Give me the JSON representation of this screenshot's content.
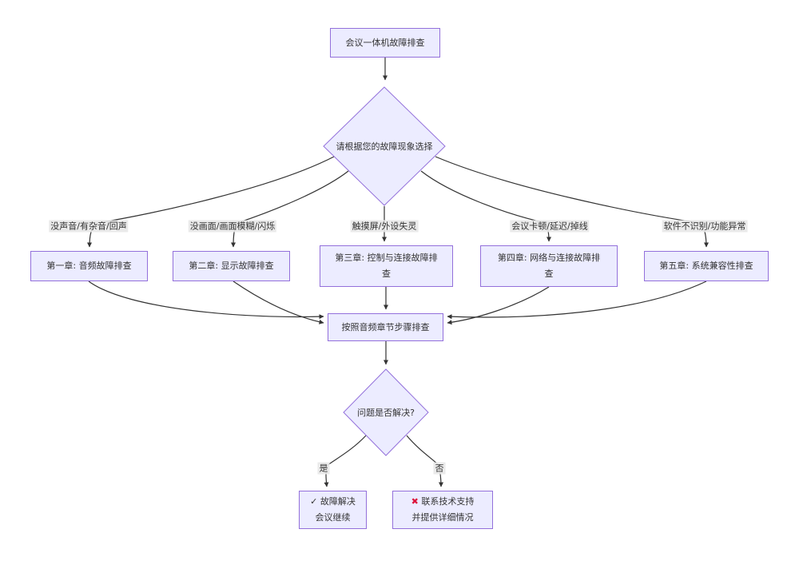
{
  "diagram": {
    "start": "会议一体机故障排查",
    "decision1": "请根据您的故障现象选择",
    "branches": [
      {
        "condition": "没声音/有杂音/回声",
        "chapter": [
          "第一章: 音频故障排查"
        ]
      },
      {
        "condition": "没画面/画面模糊/闪烁",
        "chapter": [
          "第二章: 显示故障排查"
        ]
      },
      {
        "condition": "触摸屏/外设失灵",
        "chapter": [
          "第三章: 控制与连接故障排",
          "查"
        ]
      },
      {
        "condition": "会议卡顿/延迟/掉线",
        "chapter": [
          "第四章: 网络与连接故障排",
          "查"
        ]
      },
      {
        "condition": "软件不识别/功能异常",
        "chapter": [
          "第五章: 系统兼容性排查"
        ]
      }
    ],
    "converge": "按照音频章节步骤排查",
    "decision2": "问题是否解决?",
    "yes_label": "是",
    "no_label": "否",
    "result_yes": {
      "icon": "✓",
      "line1": "故障解决",
      "line2": "会议继续"
    },
    "result_no": {
      "icon": "✖",
      "line1": "联系技术支持",
      "line2": "并提供详细情况"
    }
  },
  "colors": {
    "node_fill": "#ECECFF",
    "node_border": "#9370DB",
    "edge": "#333333",
    "text": "#333333",
    "edge_label_bg": "#e8e8e8",
    "error_icon": "#DC143C"
  }
}
